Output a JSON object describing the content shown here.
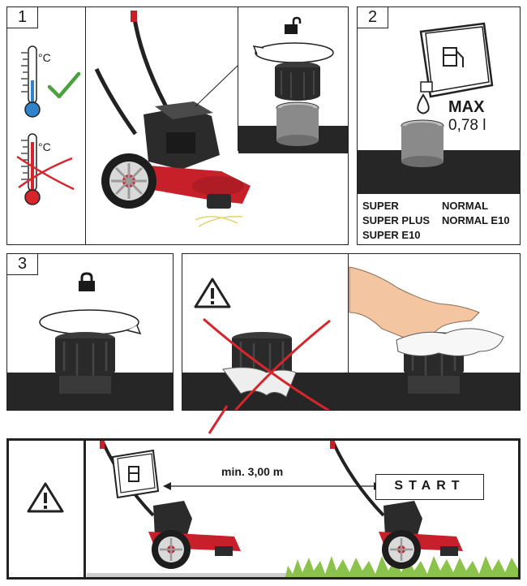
{
  "steps": {
    "s1": "1",
    "s2": "2",
    "s3": "3"
  },
  "temperature": {
    "unit_top": "°C",
    "unit_bottom": "°C"
  },
  "fuel": {
    "max_label": "MAX",
    "max_quantity": "0,78 l",
    "types_left": [
      "SUPER",
      "SUPER PLUS",
      "SUPER E10"
    ],
    "types_right": [
      "NORMAL",
      "NORMAL E10"
    ]
  },
  "distance": {
    "label": "min. 3,00 m"
  },
  "start_label": "START",
  "colors": {
    "ok_green": "#4aa13e",
    "cross_red": "#d6262c",
    "mower_red": "#c8202a",
    "grass": "#8bc34a",
    "ground": "#262626"
  }
}
